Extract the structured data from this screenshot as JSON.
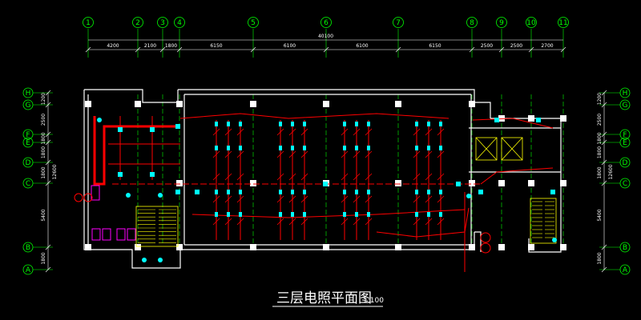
{
  "title": "三层电照平面图",
  "scale": "1:100",
  "colors": {
    "background": "#000000",
    "wall": "#ffffff",
    "grid_line": "#00ff00",
    "wiring": "#ff0000",
    "fixture": "#00ffff",
    "accent": "#ff00ff",
    "stair": "#ffff00",
    "dimension": "#ffffff"
  },
  "top_axes": [
    "1",
    "2",
    "3",
    "4",
    "5",
    "6",
    "7",
    "8",
    "9",
    "10",
    "11"
  ],
  "top_total_dim": "40100",
  "top_dims": [
    "4200",
    "2100",
    "1800",
    "6150",
    "6100",
    "6100",
    "6150",
    "2500",
    "2500",
    "2700"
  ],
  "left_axes": [
    "H",
    "G",
    "F",
    "E",
    "D",
    "C",
    "B",
    "A"
  ],
  "left_dims": [
    "1200",
    "2500",
    "1800",
    "1800",
    "1800",
    "5400",
    "1800"
  ],
  "left_total_dim": "12600",
  "right_axes": [
    "H",
    "G",
    "F",
    "E",
    "D",
    "C",
    "B",
    "A"
  ],
  "right_dims": [
    "1200",
    "2500",
    "1800",
    "1800",
    "1800",
    "5400",
    "1800"
  ],
  "right_total_dim": "12600"
}
